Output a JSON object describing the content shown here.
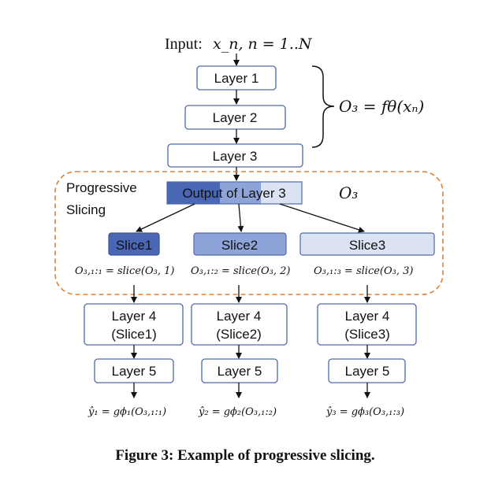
{
  "input": {
    "label": "Input: ",
    "expr": "x_n, n = 1..N"
  },
  "layers_top": [
    "Layer 1",
    "Layer 2",
    "Layer 3"
  ],
  "brace_expr": "O₃ = fθ(xₙ)",
  "region_label": [
    "Progressive",
    "Slicing"
  ],
  "output_label": "Output of Layer 3",
  "o3_label": "O₃",
  "slices": [
    {
      "label": "Slice1",
      "formula": "O₃,₁:₁ = slice(O₃, 1)",
      "layer4": [
        "Layer 4",
        "(Slice1)"
      ],
      "layer5": "Layer 5",
      "output": "ŷ₁ = gϕ₁(O₃,₁:₁)"
    },
    {
      "label": "Slice2",
      "formula": "O₃,₁:₂ = slice(O₃, 2)",
      "layer4": [
        "Layer 4",
        "(Slice2)"
      ],
      "layer5": "Layer 5",
      "output": "ŷ₂ = gϕ₂(O₃,₁:₂)"
    },
    {
      "label": "Slice3",
      "formula": "O₃,₁:₃ = slice(O₃, 3)",
      "layer4": [
        "Layer 4",
        "(Slice3)"
      ],
      "layer5": "Layer 5",
      "output": "ŷ₃ = gϕ₃(O₃,₁:₃)"
    }
  ],
  "caption": "Figure 3: Example of progressive slicing.",
  "colors": {
    "slice1": "#4a67b5",
    "slice2": "#8ea3d8",
    "slice3": "#dbe2f1",
    "dashed_border": "#d9813a",
    "box_border": "#4f6aa8"
  }
}
